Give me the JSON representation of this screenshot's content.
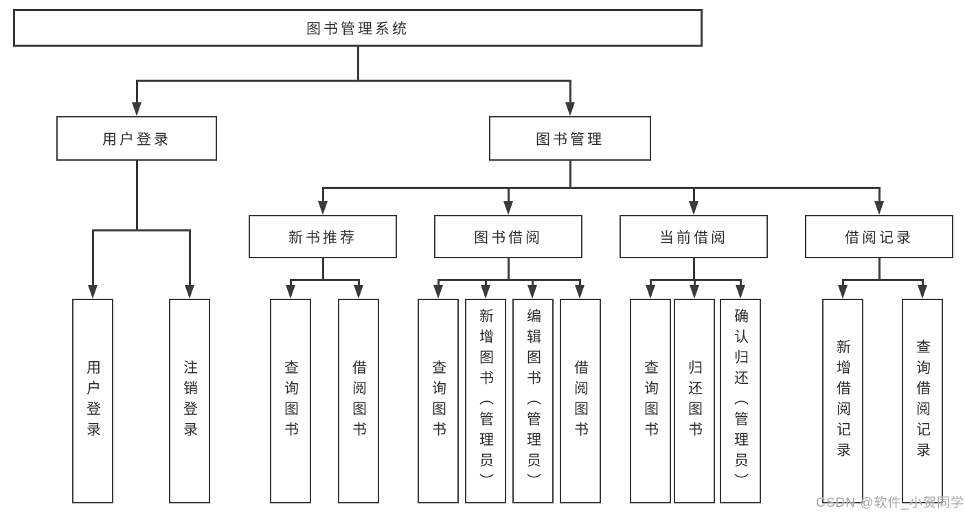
{
  "diagram": {
    "title": "图书管理系统",
    "level2": [
      {
        "label": "用户登录"
      },
      {
        "label": "图书管理"
      }
    ],
    "level3": [
      {
        "label": "新书推荐"
      },
      {
        "label": "图书借阅"
      },
      {
        "label": "当前借阅"
      },
      {
        "label": "借阅记录"
      }
    ],
    "leaves": [
      {
        "label": "用户登录"
      },
      {
        "label": "注销登录"
      },
      {
        "label": "查询图书"
      },
      {
        "label": "借阅图书"
      },
      {
        "label": "查询图书"
      },
      {
        "label": "新增图书（管理员）"
      },
      {
        "label": "编辑图书（管理员）"
      },
      {
        "label": "借阅图书"
      },
      {
        "label": "查询图书"
      },
      {
        "label": "归还图书"
      },
      {
        "label": "确认归还（管理员）"
      },
      {
        "label": "新增借阅记录"
      },
      {
        "label": "查询借阅记录"
      }
    ],
    "colors": {
      "line": "#3a3a3a",
      "text": "#2d2d2d",
      "watermark": "#a6a6a6",
      "background": "#ffffff"
    },
    "watermark": "CSDN @软件_小贺同学"
  }
}
